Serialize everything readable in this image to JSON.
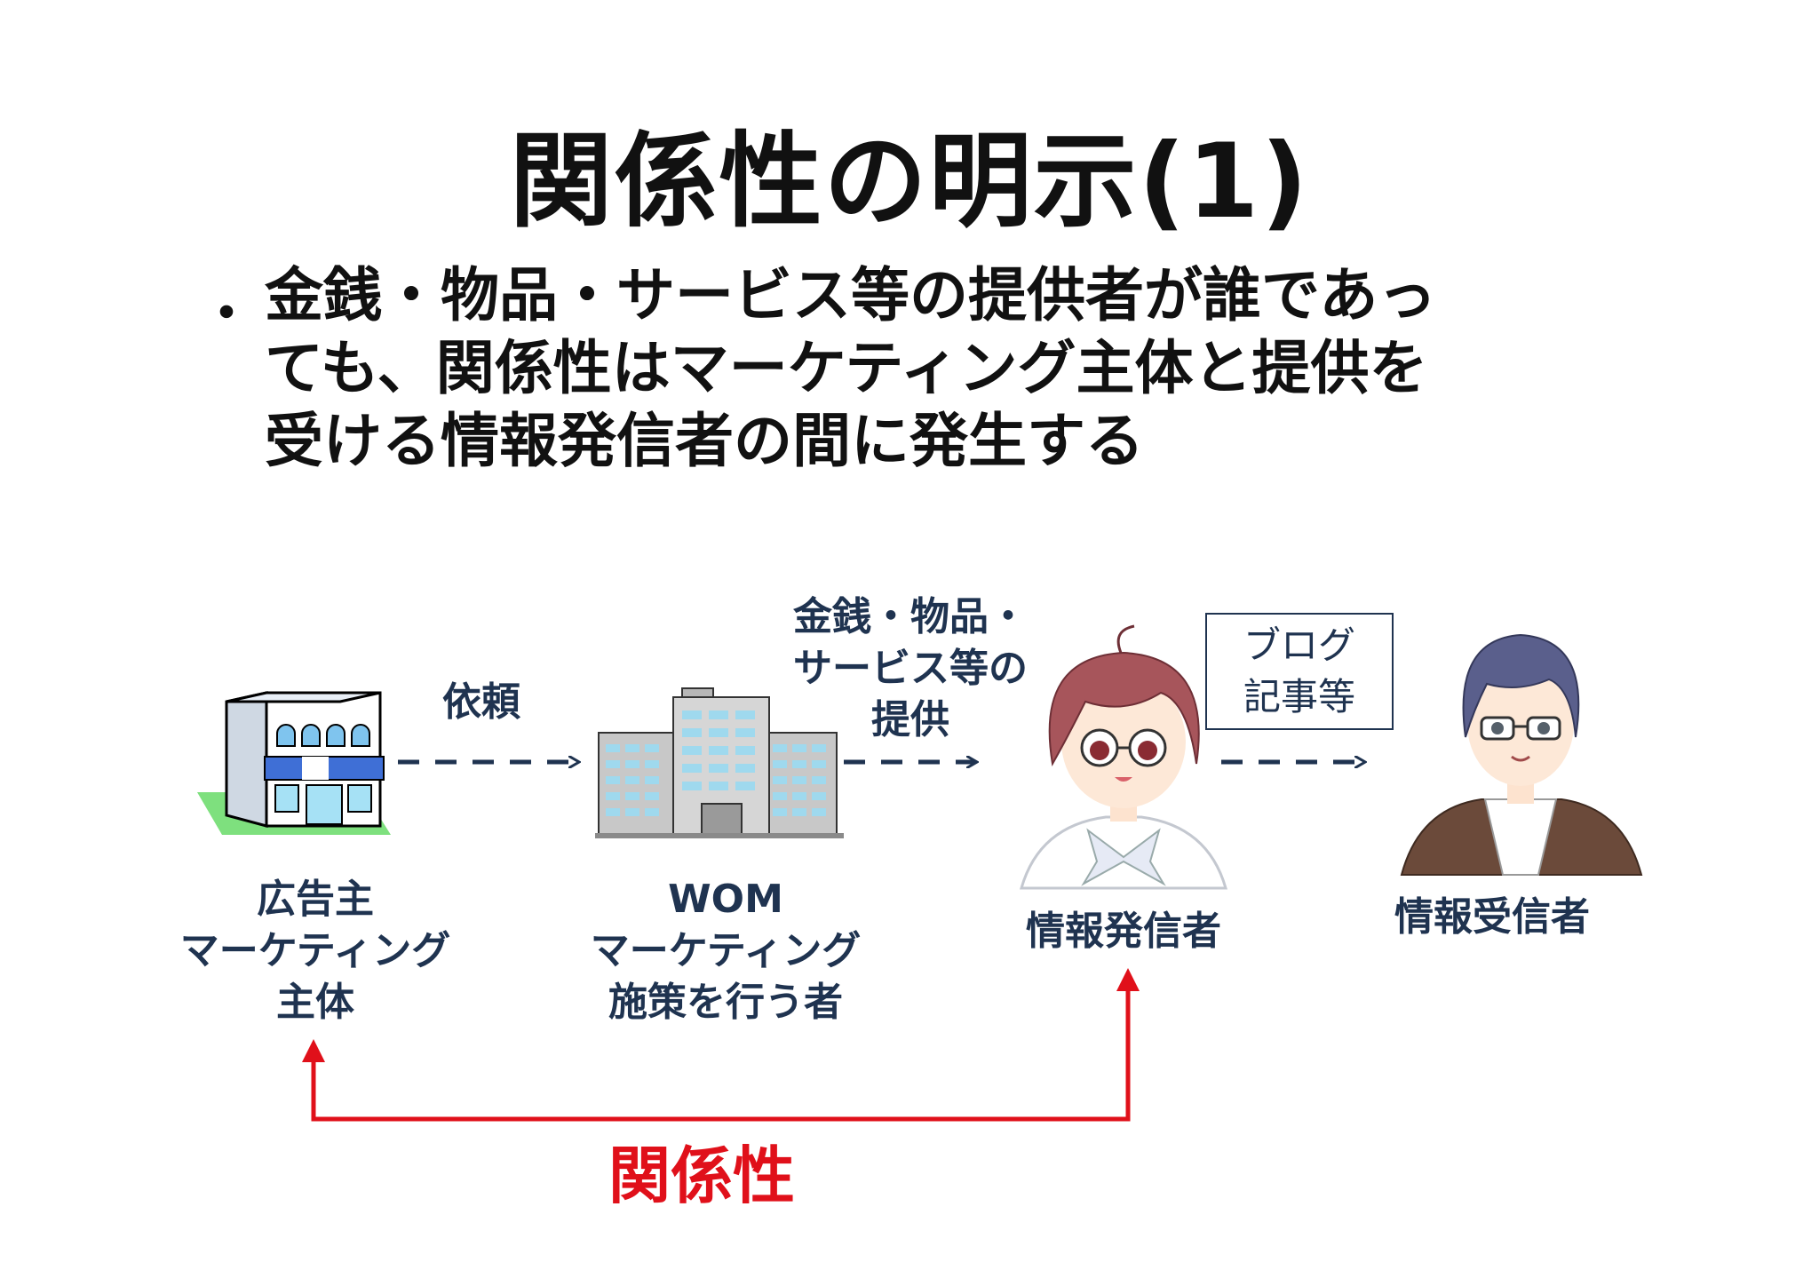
{
  "slide": {
    "title": "関係性の明示(1)",
    "bullet_symbol": "・",
    "bullet_lines": [
      "金銭・物品・サービス等の提供者が誰であっ",
      "ても、関係性はマーケティング主体と提供を",
      "受ける情報発信者の間に発生する"
    ]
  },
  "nodes": {
    "advertiser": {
      "lines": [
        "広告主",
        "マーケティング",
        "主体"
      ],
      "icon": "store-icon"
    },
    "wom": {
      "lines": [
        "WOM",
        "マーケティング",
        "施策を行う者"
      ],
      "icon": "office-building-icon"
    },
    "sender": {
      "label": "情報発信者",
      "icon": "woman-with-glasses-icon"
    },
    "receiver": {
      "label": "情報受信者",
      "icon": "man-with-glasses-icon"
    }
  },
  "edges": {
    "request": "依頼",
    "provision_lines": [
      "金銭・物品・",
      "サービス等の",
      "提供"
    ],
    "blog_lines": [
      "ブログ",
      "記事等"
    ]
  },
  "relation": {
    "label": "関係性",
    "color": "#e0101a"
  },
  "colors": {
    "label_text": "#1f3350",
    "arrow_dashed": "#1f3350"
  }
}
